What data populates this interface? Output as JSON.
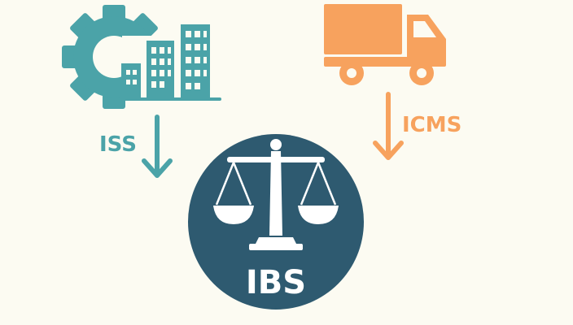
{
  "labels": {
    "iss": "ISS",
    "icms": "ICMS",
    "ibs": "IBS"
  },
  "colors": {
    "background": "#FCFBF2",
    "iss_teal": "#4BA3A8",
    "icms_orange": "#F7A25E",
    "ibs_navy": "#2E5A70",
    "ibs_foreground": "#FFFFFF"
  },
  "icons": {
    "iss": "gear-buildings-icon",
    "icms": "truck-icon",
    "ibs": "balance-scale-icon"
  }
}
